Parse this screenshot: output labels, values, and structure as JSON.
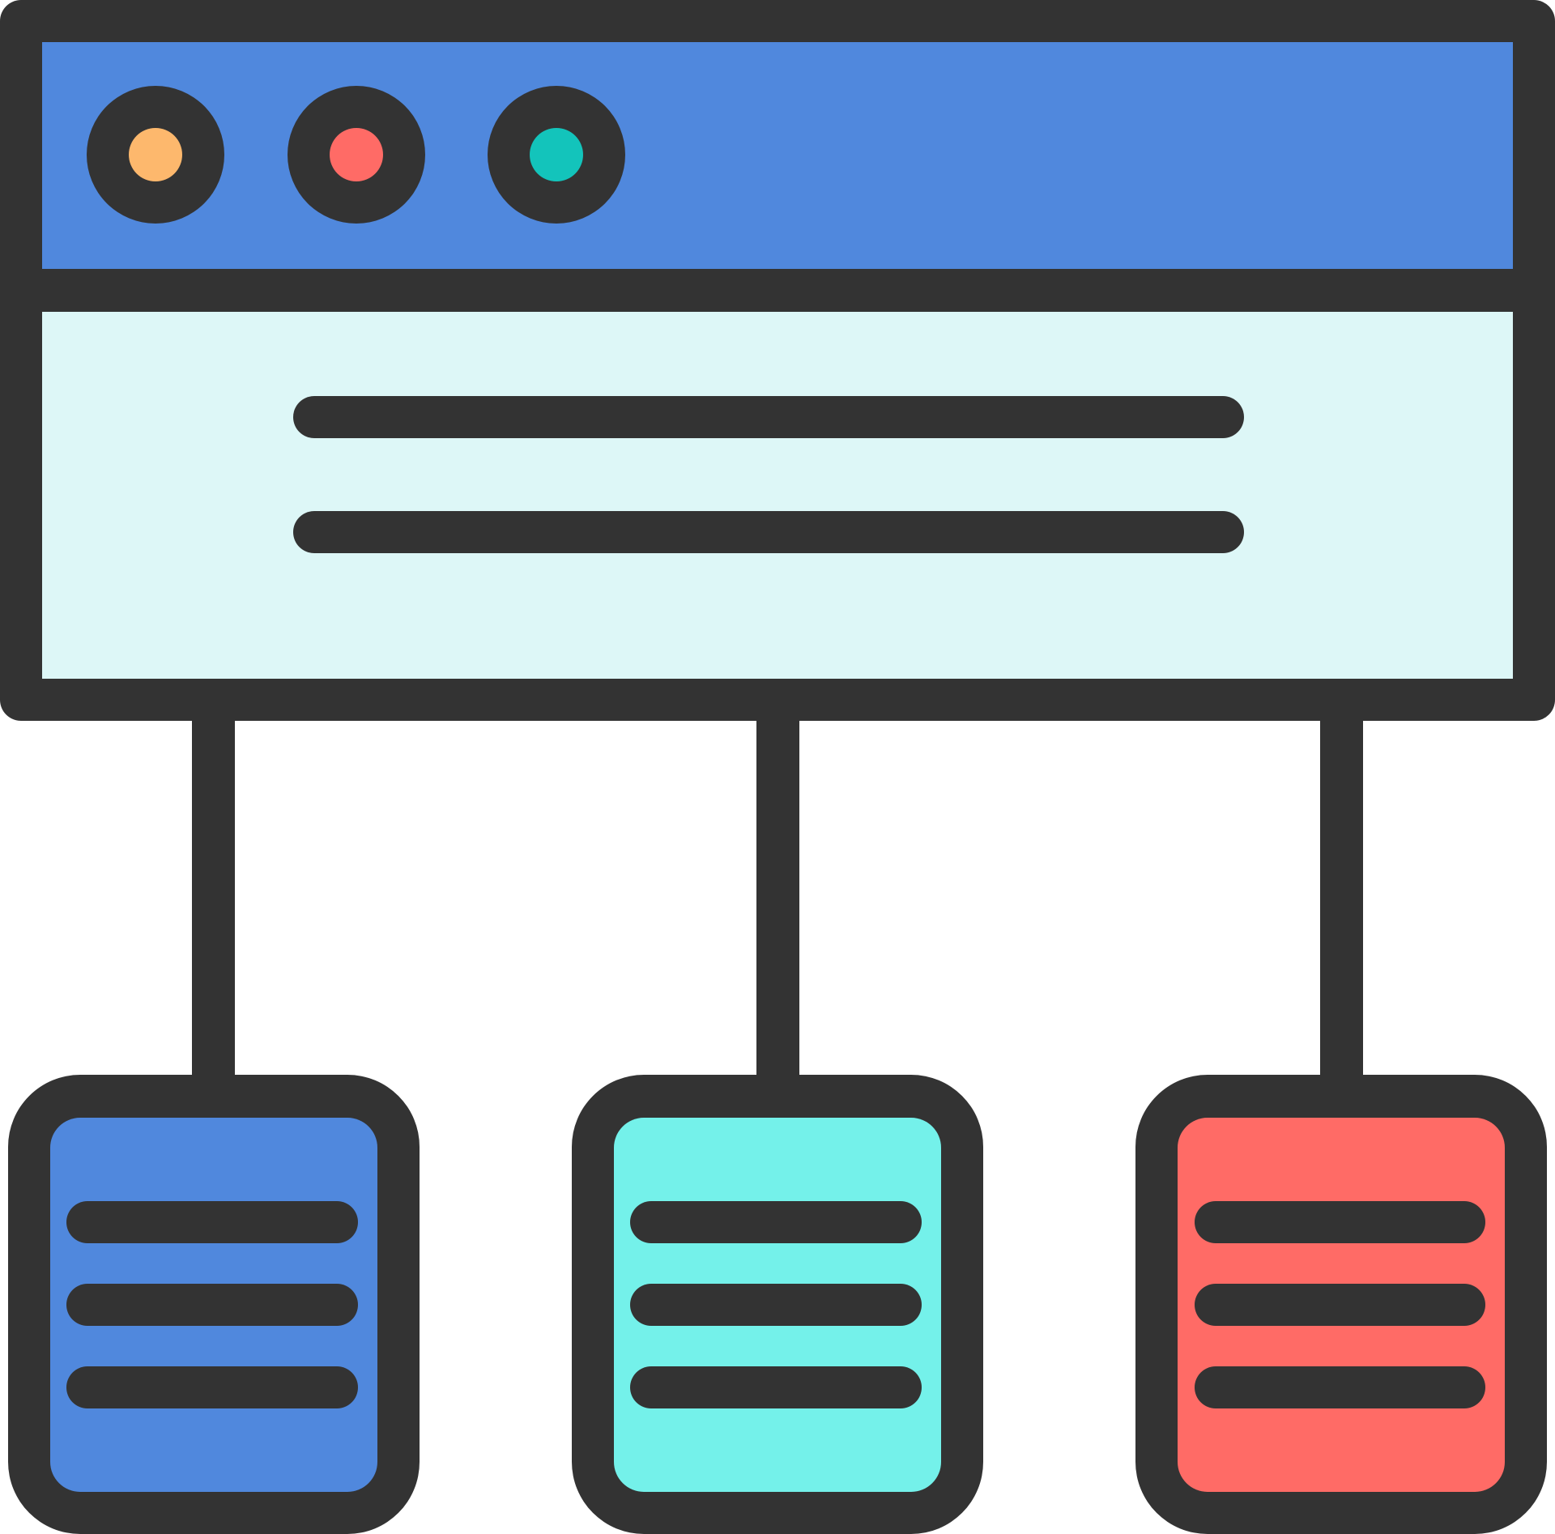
{
  "illustration": {
    "icon_name": "sitemap-browser-icon",
    "colors": {
      "outline": "#333333",
      "header_fill": "#5088dd",
      "body_fill": "#ddf7f7",
      "dot_orange": "#fdb86d",
      "dot_red": "#ff6b66",
      "dot_teal": "#13c4bb",
      "card_blue": "#5088dd",
      "card_cyan": "#74f1ea",
      "card_red": "#ff6b66",
      "background": "#ffffff"
    },
    "window_dots": [
      "dot_orange",
      "dot_red",
      "dot_teal"
    ],
    "content_line_count": 2,
    "cards": [
      {
        "fill": "card_blue",
        "line_count": 3
      },
      {
        "fill": "card_cyan",
        "line_count": 3
      },
      {
        "fill": "card_red",
        "line_count": 3
      }
    ]
  }
}
